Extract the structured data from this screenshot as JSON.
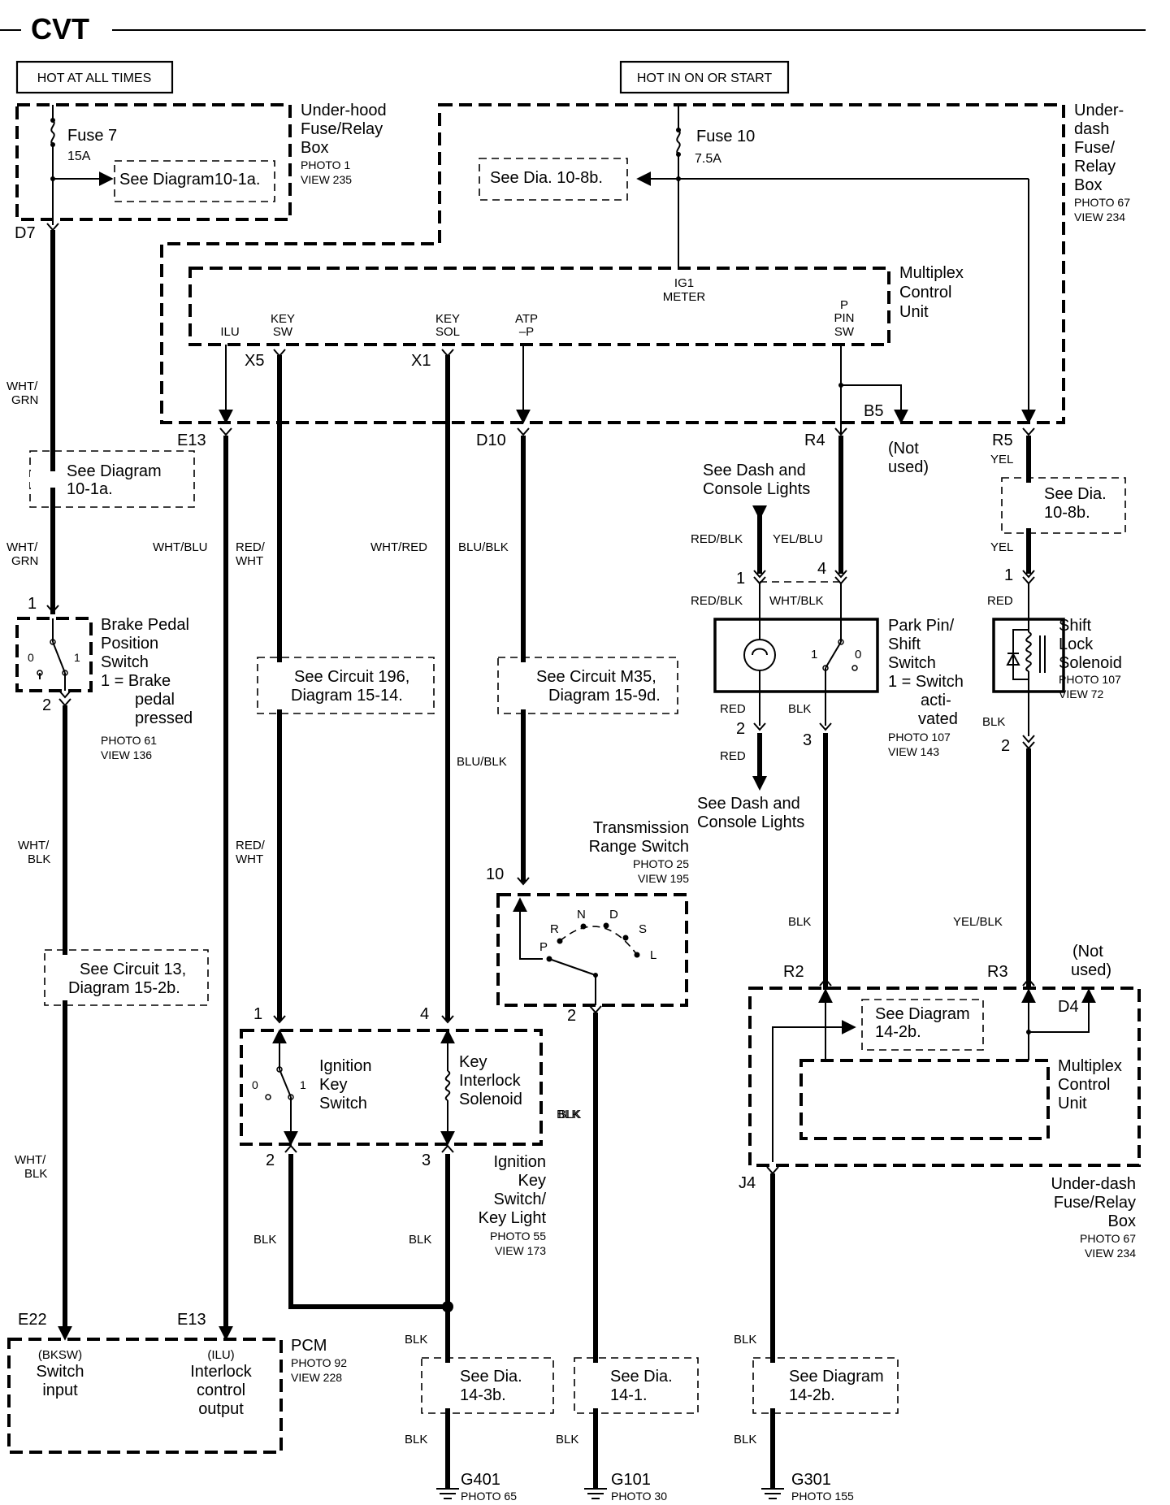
{
  "title": "CVT",
  "power": {
    "hot_always": "HOT AT ALL TIMES",
    "hot_on": "HOT IN ON OR START"
  },
  "underhood": {
    "name": [
      "Under-hood",
      "Fuse/Relay",
      "Box"
    ],
    "photo": "PHOTO 1",
    "view": "VIEW 235",
    "fuse": "Fuse 7",
    "amps": "15A",
    "see": "See Diagram10-1a.",
    "pin": "D7"
  },
  "underdash_top": {
    "name": [
      "Under-",
      "dash",
      "Fuse/",
      "Relay",
      "Box"
    ],
    "photo": "PHOTO 67",
    "view": "VIEW 234",
    "fuse": "Fuse 10",
    "amps": "7.5A",
    "see": "See Dia. 10-8b."
  },
  "mcu": {
    "name": [
      "Multiplex",
      "Control",
      "Unit"
    ],
    "ig1": [
      "IG1",
      "METER"
    ],
    "ilu": "ILU",
    "key_sw": [
      "KEY",
      "SW"
    ],
    "key_sol": [
      "KEY",
      "SOL"
    ],
    "atp": [
      "ATP",
      "–P"
    ],
    "ppin": [
      "P",
      "PIN",
      "SW"
    ],
    "pins": {
      "x5": "X5",
      "x1": "X1",
      "e13": "E13",
      "d10": "D10",
      "r4": "R4",
      "r5": "R5",
      "b5": "B5"
    },
    "not_used": [
      "(Not",
      "used)"
    ]
  },
  "wires": {
    "wht_grn": [
      "WHT/",
      "GRN"
    ],
    "wht_blu": "WHT/BLU",
    "red_wht": [
      "RED/",
      "WHT"
    ],
    "wht_red": "WHT/RED",
    "blu_blk": "BLU/BLK",
    "red_blk": "RED/BLK",
    "yel_blu": "YEL/BLU",
    "wht_blk": [
      "WHT/",
      "BLK"
    ],
    "wht_blk_inline": "WHT/BLK",
    "yel": "YEL",
    "red": "RED",
    "blk": "BLK",
    "yel_blk": "YEL/BLK"
  },
  "refs": {
    "see_101a": [
      "See Diagram",
      "10-1a."
    ],
    "see_108b": [
      "See Dia.",
      "10-8b."
    ],
    "dash_lights": [
      "See Dash and",
      "Console Lights"
    ],
    "circuit196": [
      "See Circuit 196,",
      "Diagram 15-14."
    ],
    "circuitM35": [
      "See Circuit M35,",
      "Diagram 15-9d."
    ],
    "circuit13": [
      "See Circuit 13,",
      "Diagram 15-2b."
    ],
    "dia143b": [
      "See Dia.",
      "14-3b."
    ],
    "dia141": [
      "See Dia.",
      "14-1."
    ],
    "diagram142b": [
      "See Diagram",
      "14-2b."
    ]
  },
  "brake": {
    "name": [
      "Brake Pedal",
      "Position",
      "Switch"
    ],
    "note": [
      "1 =  Brake",
      "pedal",
      "pressed"
    ],
    "photo": "PHOTO 61",
    "view": "VIEW 136"
  },
  "parkpin": {
    "name": [
      "Park Pin/",
      "Shift",
      "Switch"
    ],
    "note": [
      "1 = Switch",
      "acti-",
      "vated"
    ],
    "photo": "PHOTO 107",
    "view": "VIEW 143"
  },
  "shiftlock": {
    "name": [
      "Shift",
      "Lock",
      "Solenoid"
    ],
    "photo": "PHOTO 107",
    "view": "VIEW 72"
  },
  "trs": {
    "name": [
      "Transmission",
      "Range Switch"
    ],
    "photo": "PHOTO 25",
    "view": "VIEW 195",
    "positions": [
      "P",
      "R",
      "N",
      "D",
      "S",
      "L"
    ]
  },
  "ignition": {
    "switch": [
      "Ignition",
      "Key",
      "Switch"
    ],
    "solenoid": [
      "Key",
      "Interlock",
      "Solenoid"
    ],
    "name": [
      "Ignition",
      "Key",
      "Switch/",
      "Key Light"
    ],
    "photo": "PHOTO 55",
    "view": "VIEW 173"
  },
  "underdash_bottom": {
    "mcu": [
      "Multiplex",
      "Control",
      "Unit"
    ],
    "name": [
      "Under-dash",
      "Fuse/Relay",
      "Box"
    ],
    "photo": "PHOTO 67",
    "view": "VIEW 234",
    "pins": {
      "r2": "R2",
      "r3": "R3",
      "d4": "D4",
      "j4": "J4"
    }
  },
  "pcm": {
    "name": "PCM",
    "photo": "PHOTO 92",
    "view": "VIEW 228",
    "bksw": [
      "(BKSW)",
      "Switch",
      "input"
    ],
    "ilu": [
      "(ILU)",
      "Interlock",
      "control",
      "output"
    ],
    "pin_e22": "E22",
    "pin_e13": "E13"
  },
  "grounds": {
    "g401": "G401",
    "g401_photo": "PHOTO 65",
    "g101": "G101",
    "g101_photo": "PHOTO 30",
    "g301": "G301",
    "g301_photo": "PHOTO 155"
  },
  "numbers": {
    "n0": "0",
    "n1": "1",
    "n2": "2",
    "n3": "3",
    "n4": "4",
    "n10": "10"
  }
}
